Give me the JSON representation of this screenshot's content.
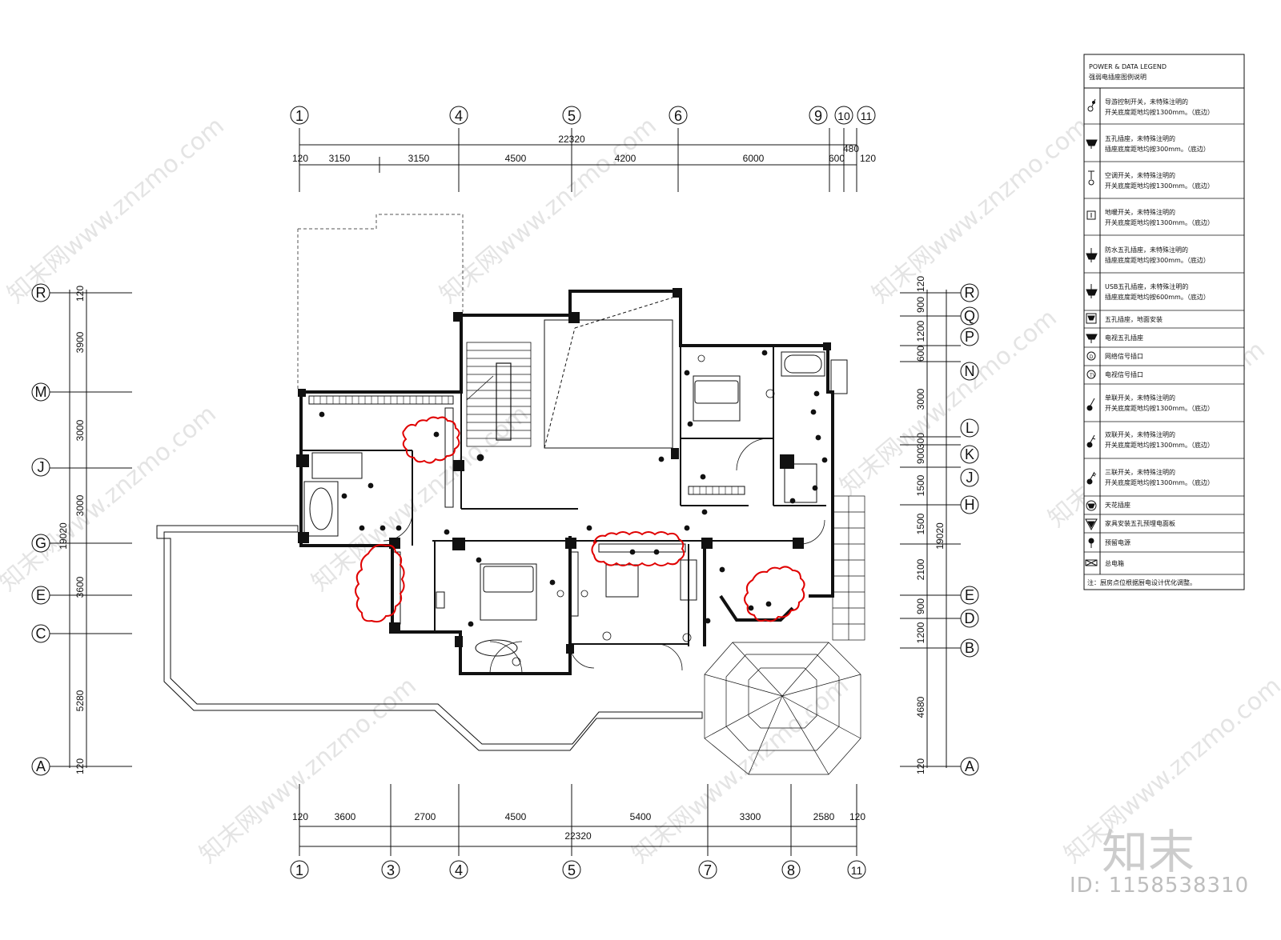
{
  "plan": {
    "top_dims": {
      "total": "22320",
      "segments": [
        "120",
        "3150",
        "3150",
        "4500",
        "4200",
        "6000",
        "600",
        "480",
        "120"
      ]
    },
    "bottom_dims": {
      "total": "22320",
      "segments": [
        "120",
        "3600",
        "2700",
        "4500",
        "5400",
        "3300",
        "2580",
        "120"
      ]
    },
    "left_dims": {
      "total": "19020",
      "segments": [
        "120",
        "3900",
        "3000",
        "3000",
        "3600",
        "5280",
        "120"
      ]
    },
    "right_dims": {
      "total": "19020",
      "segments": [
        "120",
        "900",
        "1200",
        "600",
        "3000",
        "300",
        "900",
        "1500",
        "1500",
        "2100",
        "900",
        "1200",
        "4680",
        "120"
      ]
    },
    "top_axes": [
      "1",
      "4",
      "5",
      "6",
      "9",
      "10",
      "11"
    ],
    "bottom_axes": [
      "1",
      "3",
      "4",
      "5",
      "7",
      "8",
      "11"
    ],
    "left_axes": [
      "R",
      "M",
      "J",
      "G",
      "E",
      "C",
      "A"
    ],
    "right_axes": [
      "R",
      "Q",
      "P",
      "N",
      "L",
      "K",
      "J",
      "H",
      "E",
      "D",
      "B",
      "A"
    ]
  },
  "legend": {
    "title_en": "POWER & DATA LEGEND",
    "title_cn": "强弱电插座图例说明",
    "items": [
      {
        "icon": "dimmer-switch-icon",
        "line1": "导游控制开关，未特殊注明的",
        "line2": "开关底度距地均按1300mm。（底边）"
      },
      {
        "icon": "socket-5hole-icon",
        "line1": "五孔插座，未特殊注明的",
        "line2": "插座底度距地均按300mm。（底边）"
      },
      {
        "icon": "ac-switch-icon",
        "line1": "空调开关，未特殊注明的",
        "line2": "开关底度距地均按1300mm。（底边）"
      },
      {
        "icon": "floor-heating-switch-icon",
        "line1": "地暖开关，未特殊注明的",
        "line2": "开关底度距地均按1300mm。（底边）"
      },
      {
        "icon": "waterproof-socket-icon",
        "line1": "防水五孔插座，未特殊注明的",
        "line2": "插座底度距地均按300mm。（底边）"
      },
      {
        "icon": "usb-socket-icon",
        "line1": "USB五孔插座，未特殊注明的",
        "line2": "插座底度距地均按600mm。（底边）"
      },
      {
        "icon": "floor-socket-icon",
        "line1": "五孔插座，地面安装",
        "line2": ""
      },
      {
        "icon": "tv-socket-icon",
        "line1": "电视五孔插座",
        "line2": ""
      },
      {
        "icon": "network-port-icon",
        "line1": "网络信号插口",
        "line2": ""
      },
      {
        "icon": "tv-signal-port-icon",
        "line1": "电视信号插口",
        "line2": ""
      },
      {
        "icon": "single-switch-icon",
        "line1": "单联开关，未特殊注明的",
        "line2": "开关底度距地均按1300mm。（底边）"
      },
      {
        "icon": "double-switch-icon",
        "line1": "双联开关，未特殊注明的",
        "line2": "开关底度距地均按1300mm。（底边）"
      },
      {
        "icon": "triple-switch-icon",
        "line1": "三联开关，未特殊注明的",
        "line2": "开关底度距地均按1300mm。（底边）"
      },
      {
        "icon": "ceiling-socket-icon",
        "line1": "天花插座",
        "line2": ""
      },
      {
        "icon": "furniture-panel-icon",
        "line1": "家具安装五孔预埋电面板",
        "line2": ""
      },
      {
        "icon": "reserved-power-icon",
        "line1": "预留电源",
        "line2": ""
      },
      {
        "icon": "distribution-box-icon",
        "line1": "总电箱",
        "line2": ""
      }
    ],
    "note": "注：厨房点位根据厨电设计优化调整。"
  },
  "watermark": {
    "text": "知末网www.znzmo.com",
    "logo": "知末",
    "id": "ID: 1158538310"
  }
}
